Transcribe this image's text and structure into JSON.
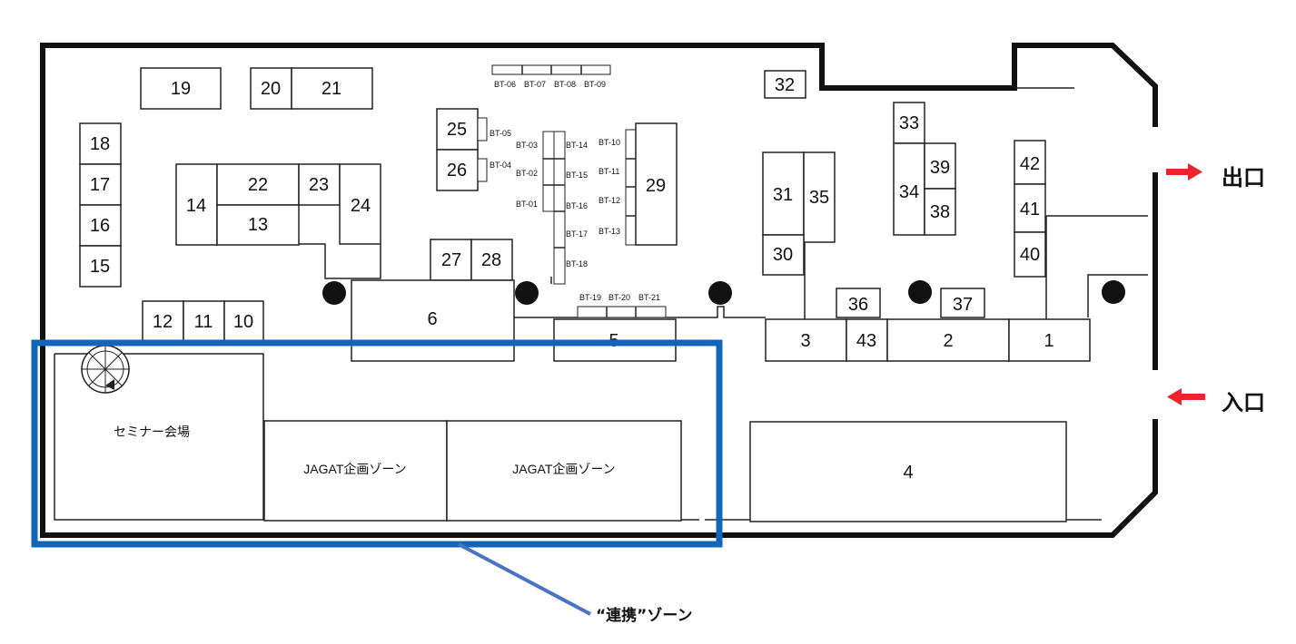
{
  "exits": {
    "exit_label": "出口",
    "entrance_label": "入口"
  },
  "zones": {
    "seminar": "セミナー会場",
    "jagat_1": "JAGAT企画ゾーン",
    "jagat_2": "JAGAT企画ゾーン",
    "partnership_caption": "“連携”ゾーン"
  },
  "booths": {
    "b1": "1",
    "b2": "2",
    "b3": "3",
    "b4": "4",
    "b5": "5",
    "b6": "6",
    "b10": "10",
    "b11": "11",
    "b12": "12",
    "b13": "13",
    "b14": "14",
    "b15": "15",
    "b16": "16",
    "b17": "17",
    "b18": "18",
    "b19": "19",
    "b20": "20",
    "b21": "21",
    "b22": "22",
    "b23": "23",
    "b24": "24",
    "b25": "25",
    "b26": "26",
    "b27": "27",
    "b28": "28",
    "b29": "29",
    "b30": "30",
    "b31": "31",
    "b32": "32",
    "b33": "33",
    "b34": "34",
    "b35": "35",
    "b36": "36",
    "b37": "37",
    "b38": "38",
    "b39": "39",
    "b40": "40",
    "b41": "41",
    "b42": "42",
    "b43": "43"
  },
  "bt_booths": {
    "bt01": "BT-01",
    "bt02": "BT-02",
    "bt03": "BT-03",
    "bt04": "BT-04",
    "bt05": "BT-05",
    "bt06": "BT-06",
    "bt07": "BT-07",
    "bt08": "BT-08",
    "bt09": "BT-09",
    "bt10": "BT-10",
    "bt11": "BT-11",
    "bt12": "BT-12",
    "bt13": "BT-13",
    "bt14": "BT-14",
    "bt15": "BT-15",
    "bt16": "BT-16",
    "bt17": "BT-17",
    "bt18": "BT-18",
    "bt19": "BT-19",
    "bt20": "BT-20",
    "bt21": "BT-21"
  },
  "colors": {
    "arrow_red": "#e8262b",
    "highlight_blue": "#1166b7",
    "pointer_blue": "#4a73c4"
  },
  "icons": {
    "arrows": "red-arrow-icon",
    "stairs": "spiral-stairs-icon"
  }
}
